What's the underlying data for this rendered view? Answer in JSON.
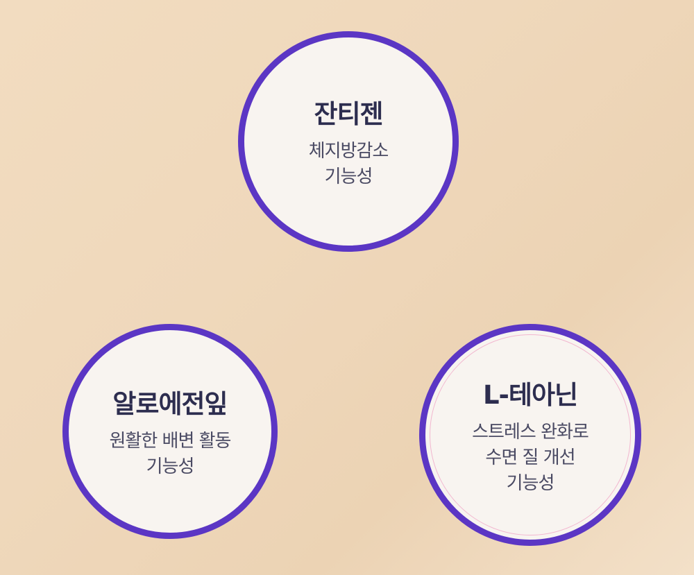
{
  "items": [
    {
      "title": "잔티젠",
      "lines": [
        "체지방감소",
        "기능성"
      ]
    },
    {
      "title": "알로에전잎",
      "lines": [
        "원활한 배변 활동",
        "기능성"
      ]
    },
    {
      "title": "L-테아닌",
      "lines": [
        "스트레스 완화로",
        "수면 질 개선",
        "기능성"
      ]
    }
  ],
  "colors": {
    "ring": "#5b36c4",
    "circle_fill": "#f8f4f0",
    "inner_accent": "#f2b6cf",
    "background": "#efd8bb"
  }
}
